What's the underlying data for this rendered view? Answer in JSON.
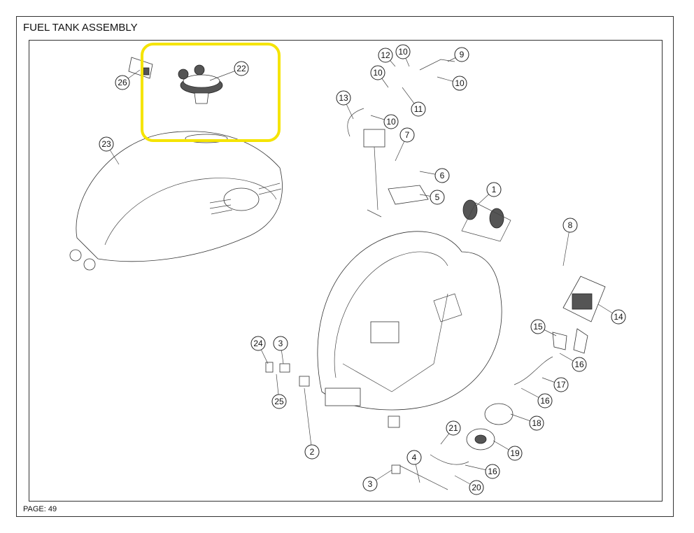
{
  "title": "FUEL TANK ASSEMBLY",
  "page_label": "PAGE: 49",
  "highlight_color": "#f5e400",
  "callouts": [
    "26",
    "22",
    "23",
    "12",
    "10",
    "9",
    "10",
    "10",
    "11",
    "13",
    "10",
    "7",
    "6",
    "5",
    "1",
    "8",
    "14",
    "15",
    "16",
    "17",
    "16",
    "18",
    "21",
    "19",
    "16",
    "4",
    "20",
    "3",
    "3",
    "24",
    "25",
    "2"
  ]
}
